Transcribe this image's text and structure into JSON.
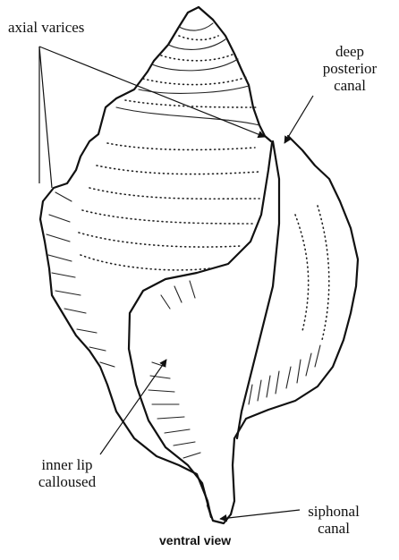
{
  "labels": {
    "axial_varices": "axial varices",
    "deep_posterior_canal": [
      "deep",
      "posterior",
      "canal"
    ],
    "inner_lip_calloused": [
      "inner lip",
      "calloused"
    ],
    "siphonal_canal": [
      "siphonal",
      "canal"
    ]
  },
  "caption": "ventral view"
}
